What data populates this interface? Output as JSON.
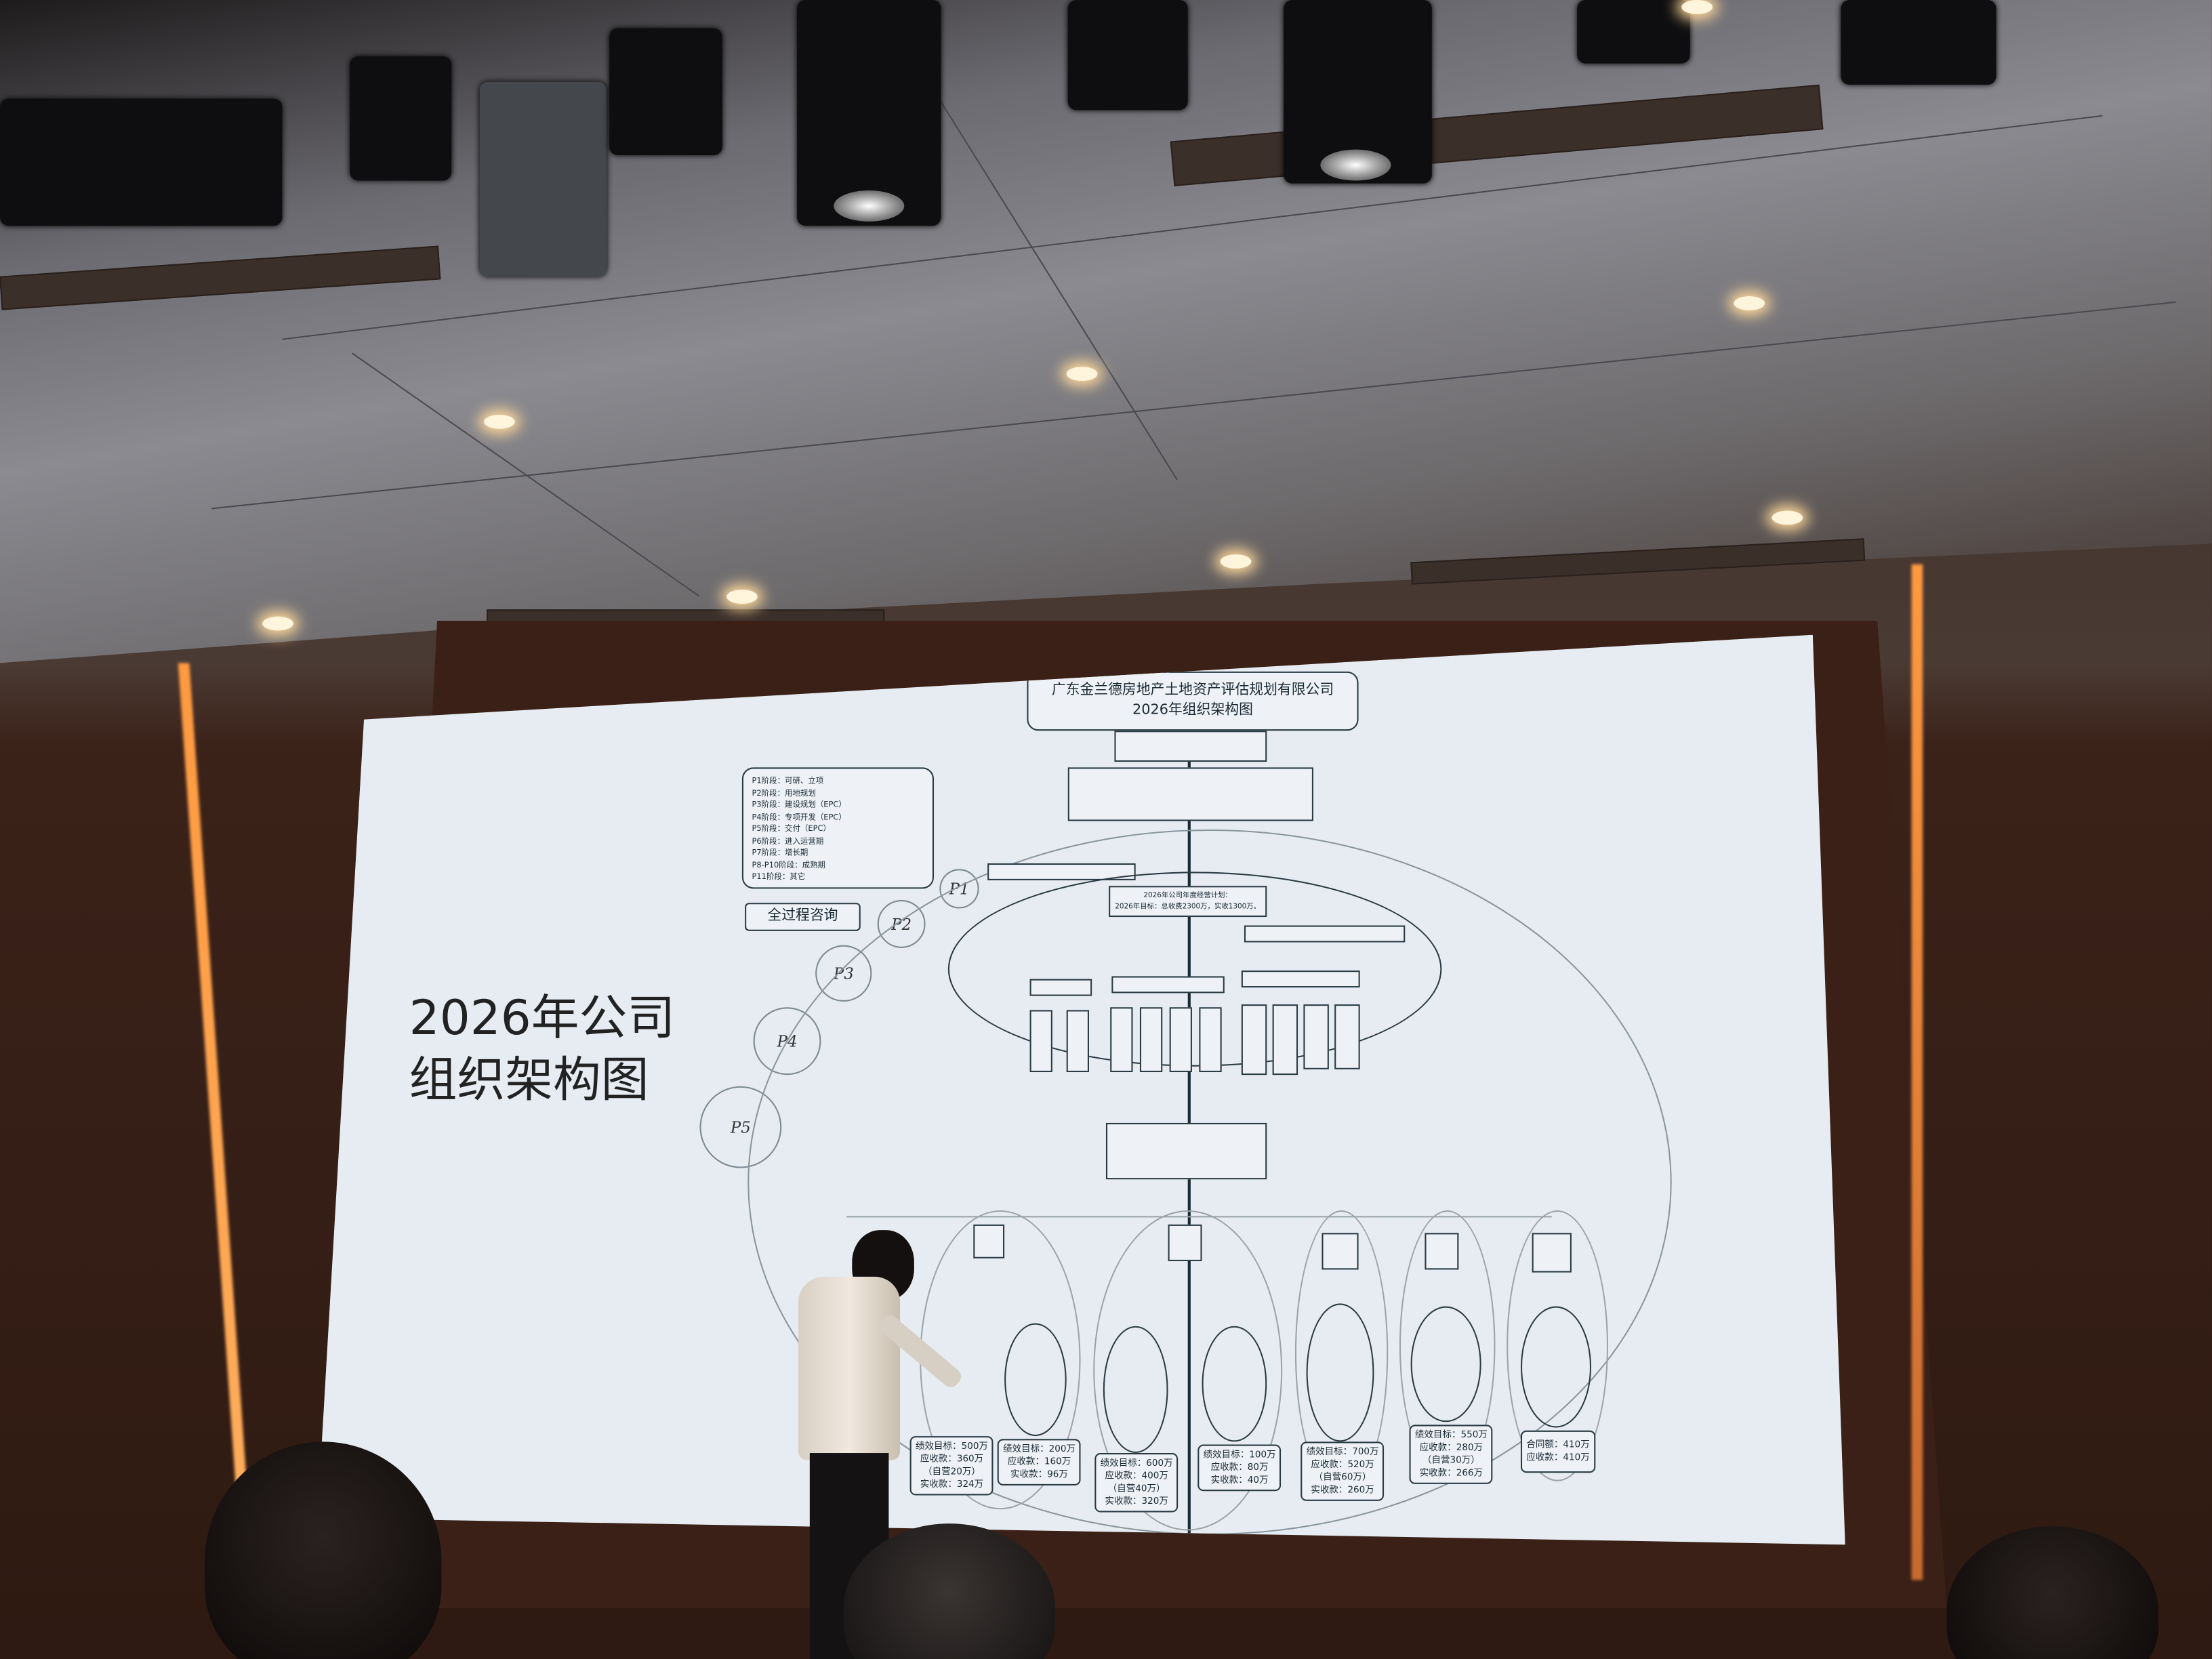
{
  "slide": {
    "heading_line1": "2026年公司",
    "heading_line2": "组织架构图",
    "company_title": "广东金兰德房地产土地资产评估规划有限公司",
    "chart_title": "2026年组织架构图",
    "process_label": "全过程咨询",
    "phases": [
      "P1",
      "P2",
      "P3",
      "P4",
      "P5"
    ],
    "phase_notes": [
      "P1阶段：可研、立项",
      "P2阶段：用地规划",
      "P3阶段：建设规划（EPC）",
      "P4阶段：专项开发（EPC）",
      "P5阶段：交付（EPC）",
      "P6阶段：进入运营期",
      "P7阶段：增长期",
      "P8-P10阶段：成熟期",
      "P11阶段：其它"
    ],
    "annual_plan": [
      "2026年公司年度经营计划：",
      "2026年目标：总收费2300万，实收1300万。"
    ],
    "targets": [
      [
        "绩效目标：500万",
        "应收款：360万",
        "（自营20万）",
        "实收款：324万"
      ],
      [
        "绩效目标：200万",
        "应收款：160万",
        "实收款：96万"
      ],
      [
        "绩效目标：600万",
        "应收款：400万",
        "（自营40万）",
        "实收款：320万"
      ],
      [
        "绩效目标：100万",
        "应收款：80万",
        "实收款：40万"
      ],
      [
        "绩效目标：700万",
        "应收款：520万",
        "（自营60万）",
        "实收款：260万"
      ],
      [
        "绩效目标：550万",
        "应收款：280万",
        "（自营30万）",
        "实收款：266万"
      ],
      [
        "合同额：410万",
        "应收款：410万"
      ]
    ]
  }
}
